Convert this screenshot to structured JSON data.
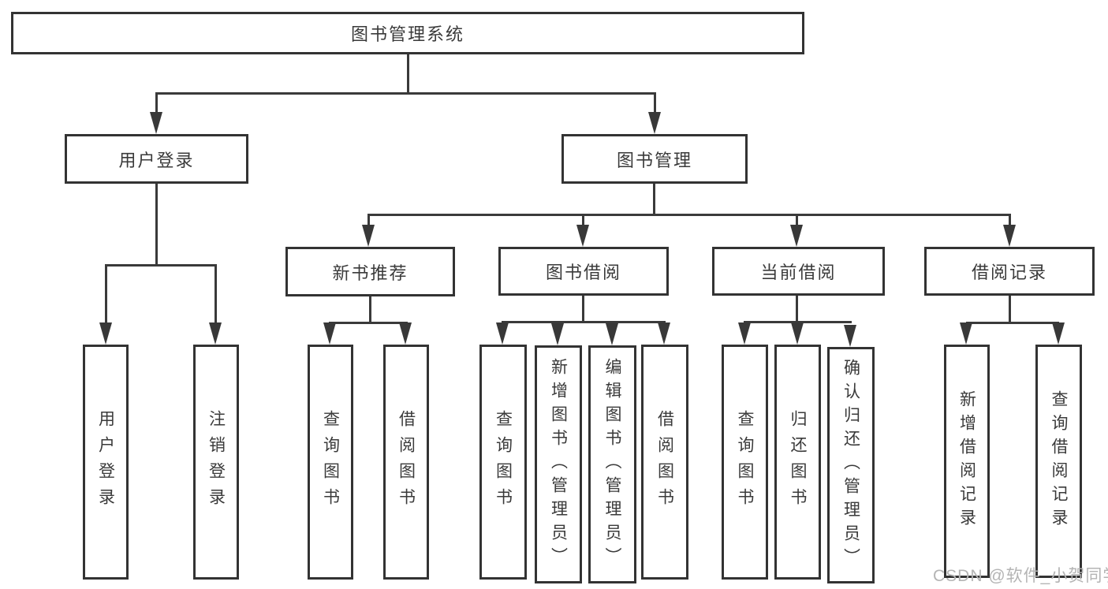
{
  "diagram": {
    "title": "图书管理系统",
    "root": {
      "label": "图书管理系统"
    },
    "level1": [
      {
        "label": "用户登录"
      },
      {
        "label": "图书管理"
      }
    ],
    "level2": [
      {
        "label": "新书推荐",
        "parent": "图书管理"
      },
      {
        "label": "图书借阅",
        "parent": "图书管理"
      },
      {
        "label": "当前借阅",
        "parent": "图书管理"
      },
      {
        "label": "借阅记录",
        "parent": "图书管理"
      }
    ],
    "leaves": [
      {
        "label": "用户登录",
        "parent": "用户登录"
      },
      {
        "label": "注销登录",
        "parent": "用户登录"
      },
      {
        "label": "查询图书",
        "parent": "新书推荐"
      },
      {
        "label": "借阅图书",
        "parent": "新书推荐"
      },
      {
        "label": "查询图书",
        "parent": "图书借阅"
      },
      {
        "label": "新增图书（管理员）",
        "parent": "图书借阅"
      },
      {
        "label": "编辑图书（管理员）",
        "parent": "图书借阅"
      },
      {
        "label": "借阅图书",
        "parent": "图书借阅"
      },
      {
        "label": "查询图书",
        "parent": "当前借阅"
      },
      {
        "label": "归还图书",
        "parent": "当前借阅"
      },
      {
        "label": "确认归还（管理员）",
        "parent": "当前借阅"
      },
      {
        "label": "新增借阅记录",
        "parent": "借阅记录"
      },
      {
        "label": "查询借阅记录",
        "parent": "借阅记录"
      }
    ],
    "colors": {
      "line": "#3a3a3a",
      "box_border": "#333333",
      "text": "#3a3a3a",
      "background": "#ffffff",
      "watermark": "#b4b4b4"
    }
  },
  "watermark": {
    "text": "CSDN @软件_小贺同学"
  }
}
